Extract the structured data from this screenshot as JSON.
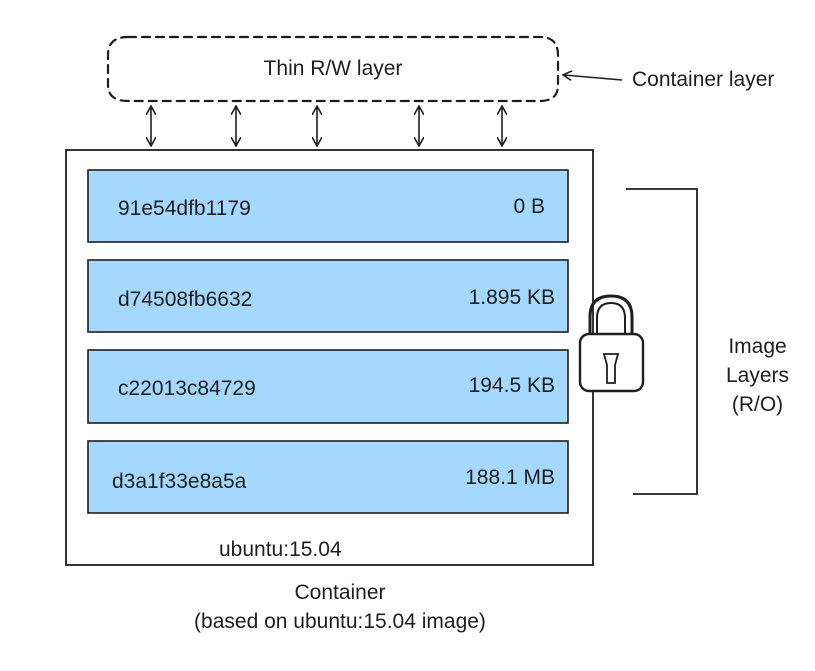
{
  "thin_layer": {
    "label": "Thin R/W layer"
  },
  "container_layer_label": "Container layer",
  "layers": [
    {
      "id": "91e54dfb1179",
      "size": "0 B"
    },
    {
      "id": "d74508fb6632",
      "size": "1.895 KB"
    },
    {
      "id": "c22013c84729",
      "size": "194.5 KB"
    },
    {
      "id": "d3a1f33e8a5a",
      "size": "188.1 MB"
    }
  ],
  "image_layers_label": {
    "line1": "Image",
    "line2": "Layers",
    "line3": "(R/O)"
  },
  "base_image_label": "ubuntu:15.04",
  "container_caption": {
    "line1": "Container",
    "line2": "(based on ubuntu:15.04 image)"
  },
  "colors": {
    "layer_fill": "#a5d8ff",
    "stroke": "#1e1e1e",
    "background": "#ffffff"
  },
  "icons": {
    "lock": "padlock-icon"
  }
}
